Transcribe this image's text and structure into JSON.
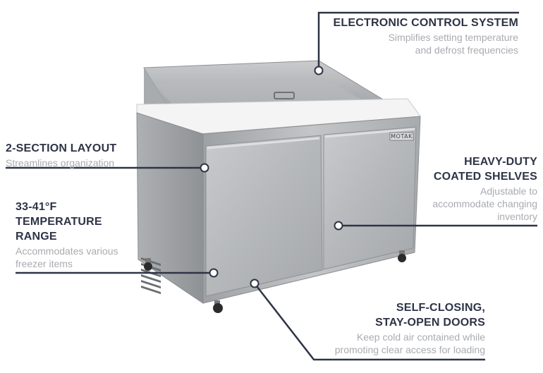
{
  "brand": {
    "logo_text": "MOTAK"
  },
  "callouts": {
    "control": {
      "title": "ELECTRONIC CONTROL SYSTEM",
      "desc": "Simplifies setting temperature\nand defrost frequencies"
    },
    "layout": {
      "title": "2-SECTION LAYOUT",
      "desc": "Streamlines organization"
    },
    "temperature": {
      "title": "33-41°F\nTEMPERATURE\nRANGE",
      "desc": "Accommodates various\nfreezer items"
    },
    "shelves": {
      "title": "HEAVY-DUTY\nCOATED SHELVES",
      "desc": "Adjustable to\naccommodate changing\ninventory"
    },
    "doors": {
      "title": "SELF-CLOSING,\nSTAY-OPEN DOORS",
      "desc": "Keep cold air contained while\npromoting clear access for loading"
    }
  },
  "colors": {
    "title": "#2e3446",
    "desc": "#a9abb0",
    "line": "#2e3446",
    "steel": "#b8bbbe"
  }
}
